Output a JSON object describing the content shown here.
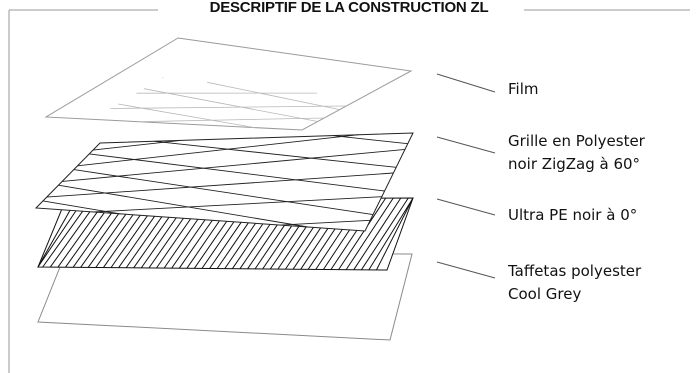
{
  "title": "DESCRIPTIF DE LA CONSTRUCTION ZL",
  "layers": [
    {
      "id": "film",
      "lines": [
        "Film"
      ]
    },
    {
      "id": "grille",
      "lines": [
        "Grille en Polyester",
        "noir ZigZag à 60°"
      ]
    },
    {
      "id": "ultra",
      "lines": [
        "Ultra PE noir à 0°"
      ]
    },
    {
      "id": "taffetas",
      "lines": [
        "Taffetas polyester",
        "Cool Grey"
      ]
    }
  ]
}
